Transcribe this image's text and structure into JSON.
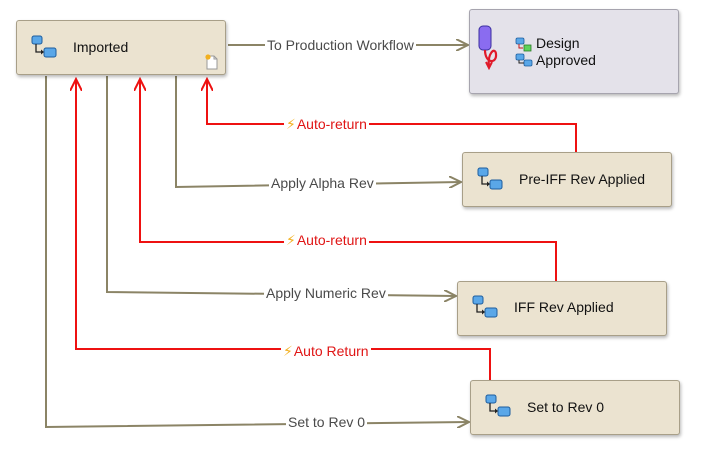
{
  "colors": {
    "transition": "#8b8466",
    "auto_return": "#ee1111",
    "state_fill": "#ebe3d0",
    "final_fill": "#e4e2ea",
    "bolt": "#f2b01e"
  },
  "states": {
    "imported": {
      "label": "Imported",
      "icon": "workflow-state-icon"
    },
    "design_approved": {
      "label": "Design\nApproved",
      "line1": "Design",
      "line2": "Approved",
      "icon": "workflow-link-icon"
    },
    "pre_iff": {
      "label": "Pre-IFF Rev Applied",
      "icon": "workflow-state-icon"
    },
    "iff": {
      "label": "IFF Rev Applied",
      "icon": "workflow-state-icon"
    },
    "rev0": {
      "label": "Set to Rev 0",
      "icon": "workflow-state-icon"
    }
  },
  "transitions": {
    "to_production": "To Production Workflow",
    "apply_alpha": "Apply Alpha Rev",
    "apply_numeric": "Apply Numeric Rev",
    "set_rev0": "Set to Rev 0"
  },
  "auto_returns": {
    "from_pre_iff": "Auto-return",
    "from_iff": "Auto-return",
    "from_rev0": "Auto Return"
  }
}
